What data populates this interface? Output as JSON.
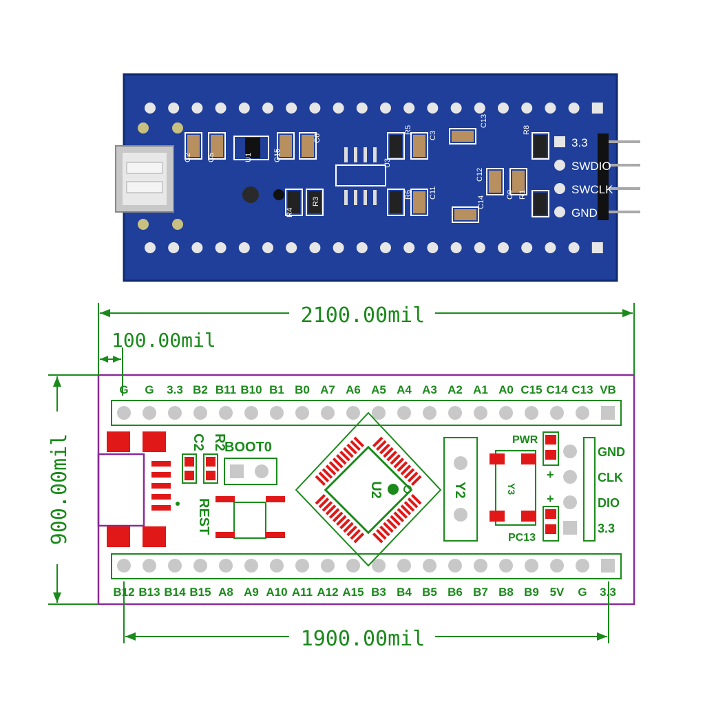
{
  "photo": {
    "silk": [
      "C2",
      "C5",
      "U1",
      "C15",
      "C6",
      "U3",
      "R5",
      "C3",
      "C13",
      "R8",
      "R3",
      "R4",
      "R6",
      "C11",
      "C14",
      "C12",
      "C9",
      "R1"
    ],
    "header_labels": [
      "3.3",
      "SWDIO",
      "SWCLK",
      "GND"
    ],
    "colors": {
      "board": "#1f3f9a",
      "silk": "#ffffff",
      "copper": "#d8d8d8"
    }
  },
  "diagram": {
    "dimensions": {
      "width": "2100.00mil",
      "pin_offset": "100.00mil",
      "height": "900.00mil",
      "header_span": "1900.00mil"
    },
    "top_pins": [
      "G",
      "G",
      "3.3",
      "B2",
      "B11",
      "B10",
      "B1",
      "B0",
      "A7",
      "A6",
      "A5",
      "A4",
      "A3",
      "A2",
      "A1",
      "A0",
      "C15",
      "C14",
      "C13",
      "VB"
    ],
    "bottom_pins": [
      "B12",
      "B13",
      "B14",
      "B15",
      "A8",
      "A9",
      "A10",
      "A11",
      "A12",
      "A15",
      "B3",
      "B4",
      "B5",
      "B6",
      "B7",
      "B8",
      "B9",
      "5V",
      "G",
      "3.3"
    ],
    "right_header": [
      "GND",
      "CLK",
      "DIO",
      "3.3"
    ],
    "components": {
      "c2": "C2",
      "r2": "R2",
      "boot0": "BOOT0",
      "reset": "REST",
      "mcu": "U2",
      "crystal1": "Y2",
      "crystal2": "Y3",
      "pwr_led": "PWR",
      "pc13_led": "PC13",
      "plus": "+"
    },
    "colors": {
      "dim": "#1a8a1a",
      "outline": "#8a2a9a",
      "pad": "#e01818",
      "pin": "#c8c8c8",
      "silk": "#1a8a1a"
    }
  }
}
